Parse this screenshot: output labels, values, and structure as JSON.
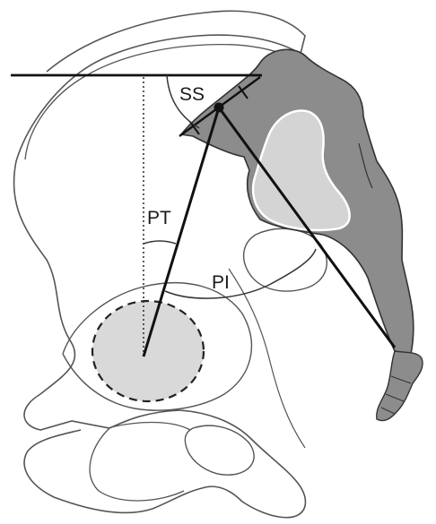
{
  "labels": {
    "sacral_slope": "SS",
    "pelvic_tilt": "PT",
    "pelvic_incidence": "PI"
  },
  "colors": {
    "outline": "#555555",
    "line": "#111111",
    "sacrum": "#8c8c8c",
    "sacrum_light": "#d4d4d4",
    "femoral_head": "#d9d9d9",
    "background": "#ffffff"
  }
}
